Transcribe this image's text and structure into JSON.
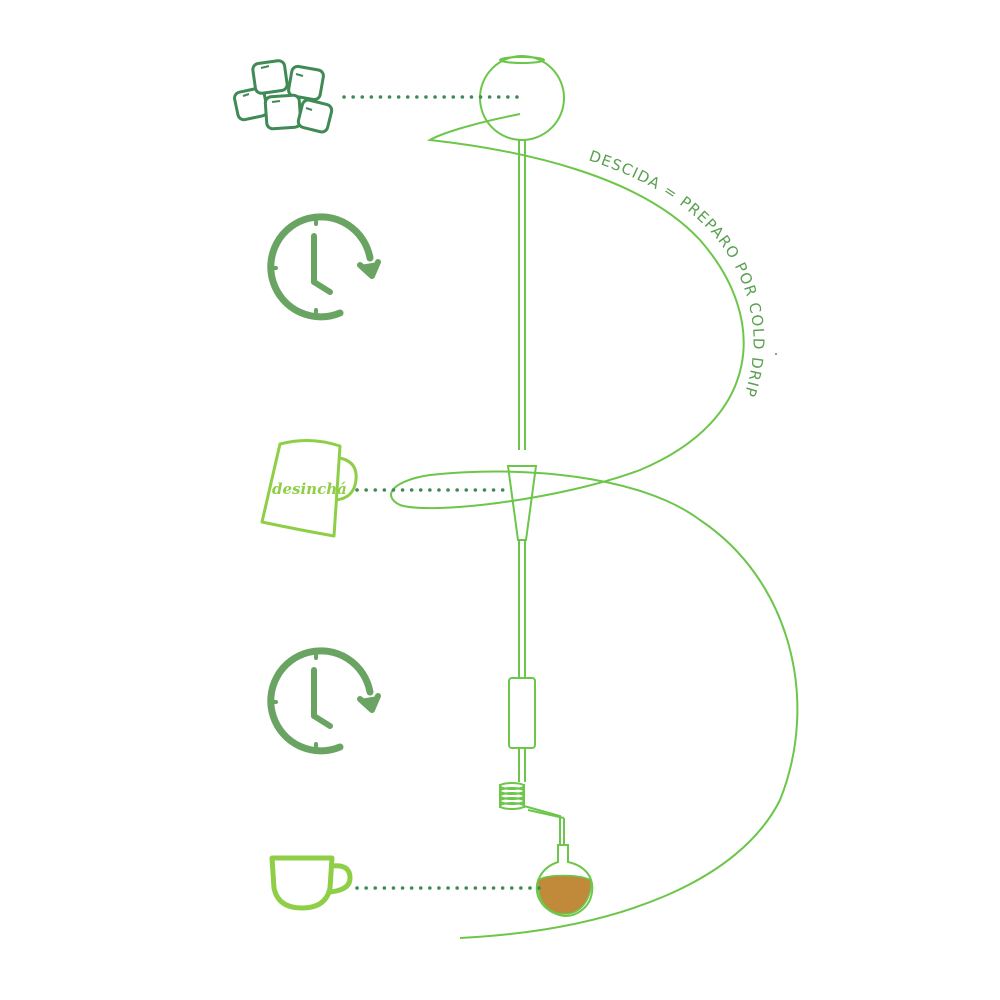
{
  "diagram": {
    "curve_label": "DESCIDA = PREPARO POR COLD DRIP",
    "mug_brand": "desinchá",
    "steps": [
      {
        "icon": "ice-cubes-icon",
        "meaning": "ice"
      },
      {
        "icon": "clock-rotate-icon",
        "meaning": "wait"
      },
      {
        "icon": "desincha-mug-icon",
        "meaning": "tea"
      },
      {
        "icon": "clock-rotate-icon",
        "meaning": "wait"
      },
      {
        "icon": "cup-icon",
        "meaning": "serve"
      }
    ]
  },
  "colors": {
    "dark_green": "#3f8a55",
    "mid_green": "#6aa463",
    "light_green": "#8fcf48",
    "line_green": "#6cc64a",
    "tea_fill": "#c08a3a"
  }
}
